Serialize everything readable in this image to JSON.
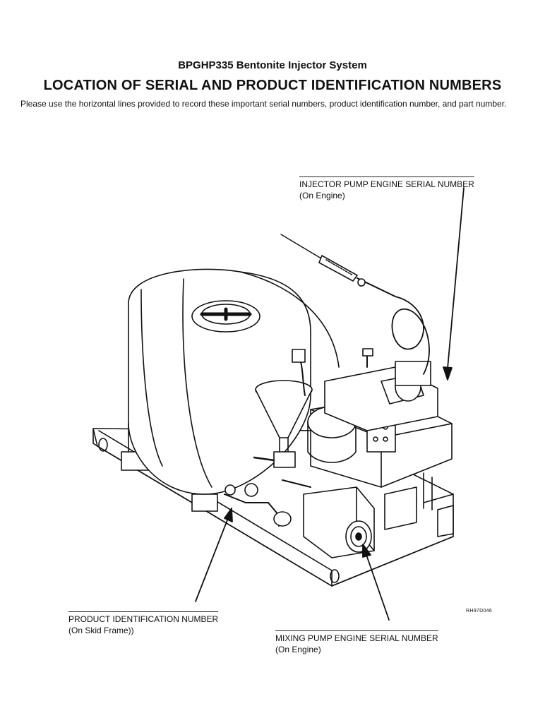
{
  "header": {
    "subtitle": "BPGHP335 Bentonite Injector System",
    "title": "LOCATION OF SERIAL AND PRODUCT IDENTIFICATION NUMBERS",
    "intro": "Please use the horizontal lines provided to record these important serial numbers, product identification number, and part number."
  },
  "callouts": {
    "injector": {
      "label": "INJECTOR PUMP ENGINE SERIAL NUMBER",
      "location": "(On Engine)"
    },
    "product": {
      "label": "PRODUCT IDENTIFICATION NUMBER",
      "location": "(On Skid Frame))"
    },
    "mixing": {
      "label": "MIXING PUMP ENGINE SERIAL NUMBER",
      "location": "(On Engine)"
    }
  },
  "figure": {
    "code": "RH97D046"
  }
}
